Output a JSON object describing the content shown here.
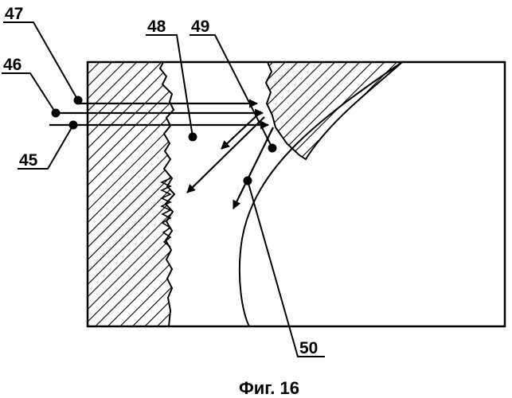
{
  "figure": {
    "caption": "Фиг. 16",
    "labels": {
      "l45": "45",
      "l46": "46",
      "l47": "47",
      "l48": "48",
      "l49": "49",
      "l50": "50"
    },
    "colors": {
      "ink": "#000000",
      "paper": "#ffffff"
    }
  }
}
